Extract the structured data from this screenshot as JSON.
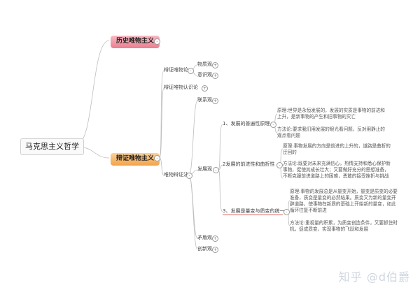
{
  "root": "马克思主义哲学",
  "branches": {
    "history": "历史唯物主义",
    "dialectical": "辩证唯物主义"
  },
  "dialectics_of_materialism": {
    "label": "辩证唯物论",
    "children": [
      "物质观",
      "意识观"
    ]
  },
  "epistemology": "辩证唯物认识论",
  "dialectical_method": {
    "label": "唯物辩证法",
    "children": {
      "connection": "联系观",
      "development": "发展观",
      "contradiction": "矛盾观",
      "innovation": "创新观"
    }
  },
  "development": {
    "universality": {
      "label": "1、发展的普遍性原理",
      "principle": "原理:世界是永恒发展的，发展的实质是事物的前进和上升，是新事物的产生和旧事物的灭亡",
      "method": "方法论:要求我们用发展的眼光看问题，反对用静止的观点看问题"
    },
    "progress": {
      "label": "2发展的前进性和曲折性",
      "principle": "原理:事物发展的方向是前进的上升的，道路是曲折的迂回的",
      "method": "方法论:既要对未来充满信心，热情支持和悉心保护新事物，促使其成长壮大；又要做好充分的思想准备，不断克服前进道路上的困难，勇敢的接受挫折与挑战"
    },
    "quantity_quality": {
      "label": "3、发展是量变与质变的统一",
      "principle": "原理:事物的发展总是从量变开始，量变是质变的必要准备，质变是量变的必然结果。质变又为新的量变开辟道路，使事物在新质的基础上开始新的量变，如此循环往复不断前进",
      "method": "方法论:重视量的积累，为质变创造条件，又要抓住时机，促成质变，实现事物的飞跃和发展"
    }
  },
  "watermark": "知乎 @d伯爵"
}
